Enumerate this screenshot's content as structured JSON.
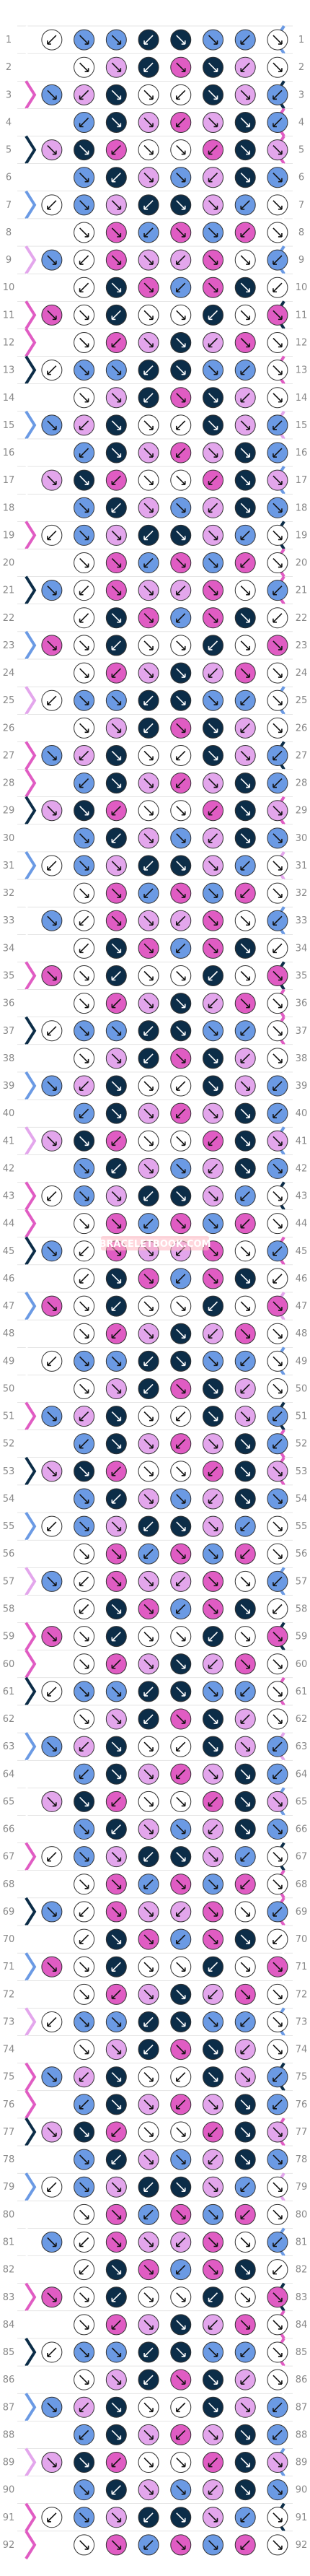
{
  "watermark": "BRACELETBOOK.COM",
  "row_numbers": [
    "1",
    "2",
    "3",
    "4",
    "5",
    "6",
    "7",
    "8",
    "9",
    "10",
    "11",
    "12",
    "13",
    "14",
    "15",
    "16",
    "17",
    "18",
    "19",
    "20",
    "21",
    "22",
    "23",
    "24",
    "25",
    "26",
    "27",
    "28",
    "29",
    "30",
    "31",
    "32",
    "33",
    "34",
    "35",
    "36",
    "37",
    "38",
    "39",
    "40",
    "41",
    "42",
    "43",
    "44",
    "45",
    "46",
    "47",
    "48",
    "49",
    "50",
    "51",
    "52",
    "53",
    "54",
    "55",
    "56",
    "57",
    "58",
    "59",
    "60",
    "61",
    "62",
    "63",
    "64",
    "65",
    "66",
    "67",
    "68",
    "69",
    "70",
    "71",
    "72",
    "73",
    "74",
    "75",
    "76",
    "77",
    "78",
    "79",
    "80",
    "81",
    "82",
    "83",
    "84",
    "85",
    "86",
    "87",
    "88",
    "89",
    "90",
    "91",
    "92"
  ],
  "palette": {
    "navy": "#0c2d48",
    "pink": "#e05cc3",
    "lilac": "#e3a6ec",
    "blue": "#6b9ae4",
    "white": "#ffffff",
    "outline": "#333333",
    "grid": "#cccccc"
  },
  "strand_colors": [
    "white",
    "pink",
    "blue",
    "white",
    "navy",
    "white",
    "pink",
    "white",
    "lilac",
    "white",
    "blue",
    "white",
    "navy",
    "white",
    "pink",
    "white"
  ],
  "knot_pattern": [
    [
      "white",
      "blue",
      "blue",
      "navy",
      "navy",
      "blue",
      "blue",
      "white"
    ],
    [
      "white",
      "lilac",
      "navy",
      "pink",
      "navy",
      "lilac",
      "white"
    ],
    [
      "blue",
      "lilac",
      "navy",
      "white",
      "white",
      "navy",
      "lilac",
      "blue"
    ],
    [
      "blue",
      "navy",
      "lilac",
      "pink",
      "lilac",
      "navy",
      "blue"
    ],
    [
      "lilac",
      "navy",
      "pink",
      "white",
      "white",
      "pink",
      "navy",
      "lilac"
    ],
    [
      "blue",
      "navy",
      "lilac",
      "blue",
      "lilac",
      "navy",
      "blue"
    ],
    [
      "white",
      "blue",
      "lilac",
      "navy",
      "navy",
      "lilac",
      "blue",
      "white"
    ],
    [
      "white",
      "pink",
      "blue",
      "pink",
      "blue",
      "pink",
      "white"
    ],
    [
      "blue",
      "white",
      "pink",
      "lilac",
      "lilac",
      "pink",
      "white",
      "blue"
    ],
    [
      "white",
      "navy",
      "pink",
      "blue",
      "pink",
      "navy",
      "white"
    ],
    [
      "pink",
      "white",
      "navy",
      "white",
      "white",
      "navy",
      "white",
      "pink"
    ],
    [
      "white",
      "pink",
      "lilac",
      "navy",
      "lilac",
      "pink",
      "white"
    ]
  ],
  "legend_note": ""
}
